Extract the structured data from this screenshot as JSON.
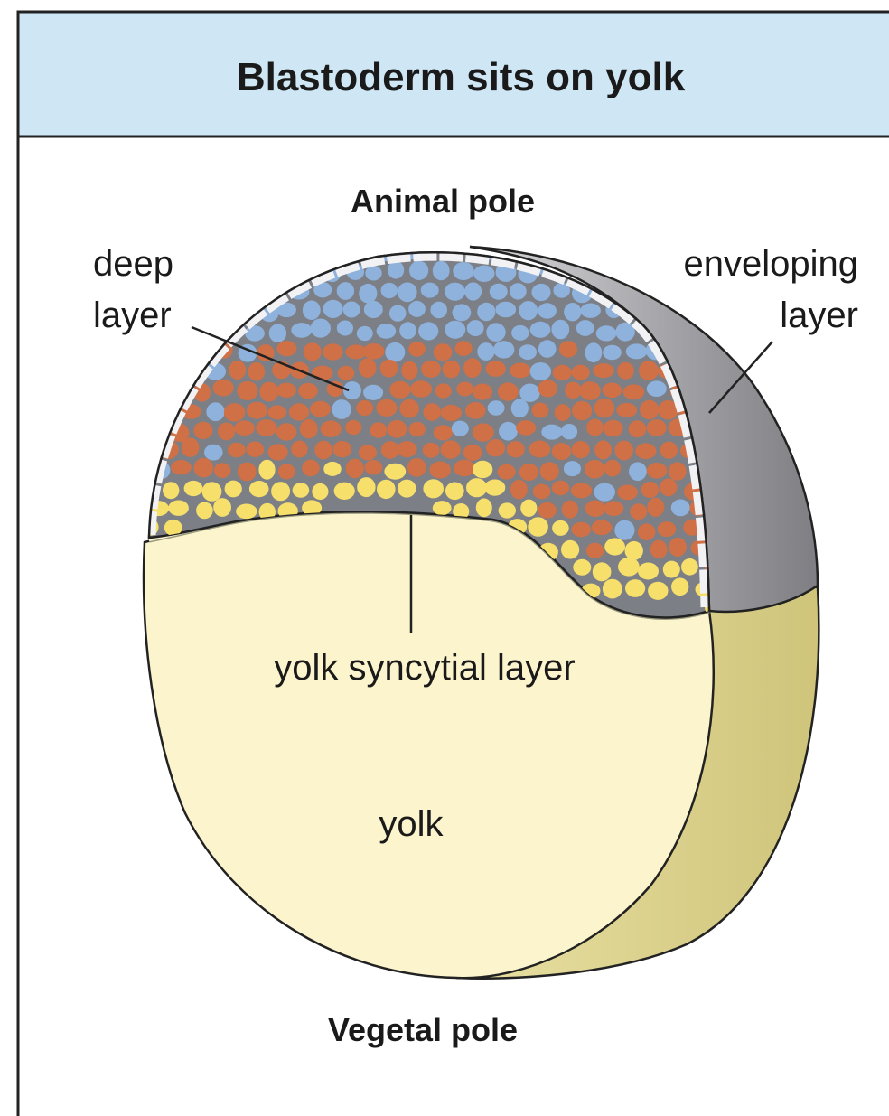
{
  "title": "Blastoderm sits on yolk",
  "labels": {
    "animal_pole": "Animal pole",
    "vegetal_pole": "Vegetal pole",
    "deep_layer_line1": "deep",
    "deep_layer_line2": "layer",
    "enveloping_line1": "enveloping",
    "enveloping_line2": "layer",
    "ysl": "yolk syncytial layer",
    "yolk": "yolk"
  },
  "colors": {
    "header_bg": "#cfe6f5",
    "frame": "#222222",
    "yolk_face": "#fbf4cc",
    "yolk_side": "#ddd38c",
    "envelope": "#a9a9ad",
    "cell_blue": "#8fb2dc",
    "cell_orange": "#cf7046",
    "cell_yellow": "#f6df6a",
    "cell_outline": "#7c7f86"
  }
}
